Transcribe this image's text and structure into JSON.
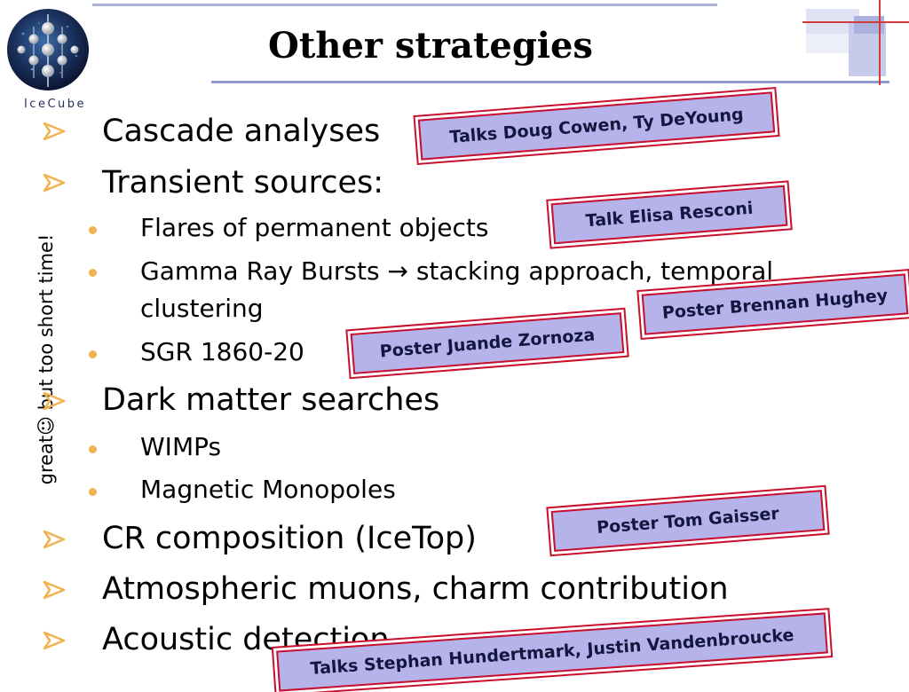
{
  "slide": {
    "title": "Other strategies",
    "logo_text": "IceCube",
    "side_note": "great☺ but too short time!"
  },
  "items": [
    {
      "level": 1,
      "text": "Cascade analyses"
    },
    {
      "level": 1,
      "text": "Transient sources:"
    },
    {
      "level": 2,
      "text": "Flares of permanent objects"
    },
    {
      "level": 2,
      "text": "Gamma Ray Bursts → stacking approach, temporal"
    },
    {
      "level": 2,
      "text": "clustering"
    },
    {
      "level": 2,
      "text": "SGR 1860-20"
    },
    {
      "level": 1,
      "text": "Dark matter searches"
    },
    {
      "level": 2,
      "text": "WIMPs"
    },
    {
      "level": 2,
      "text": "Magnetic Monopoles"
    },
    {
      "level": 1,
      "text": "CR composition (IceTop)"
    },
    {
      "level": 1,
      "text": "Atmospheric muons, charm contribution"
    },
    {
      "level": 1,
      "text": "Acoustic detection"
    }
  ],
  "labels": [
    {
      "text": "Talks Doug Cowen, Ty DeYoung"
    },
    {
      "text": "Talk Elisa Resconi"
    },
    {
      "text": "Poster Brennan Hughey"
    },
    {
      "text": "Poster Juande Zornoza"
    },
    {
      "text": "Poster Tom Gaisser"
    },
    {
      "text": "Talks Stephan Hundertmark, Justin Vandenbroucke"
    }
  ],
  "colors": {
    "label_fill": "#b6b2ea",
    "label_border": "#c8102e",
    "bullet_arrow": "#f2b24f",
    "title_rule": "#8f98cf"
  }
}
